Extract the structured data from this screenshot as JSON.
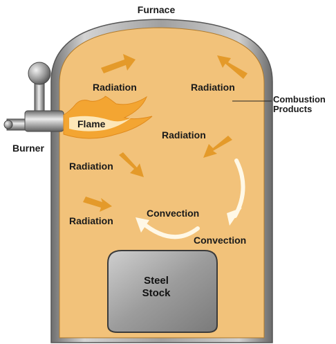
{
  "title": "Furnace",
  "labels": {
    "burner": "Burner",
    "flame": "Flame",
    "radiation_top_left": "Radiation",
    "radiation_top_right": "Radiation",
    "radiation_middle": "Radiation",
    "radiation_left": "Radiation",
    "radiation_bottom_left": "Radiation",
    "convection_inner": "Convection",
    "convection_outer": "Convection",
    "combustion_line1": "Combustion",
    "combustion_line2": "Products",
    "steel_line1": "Steel",
    "steel_line2": "Stock"
  },
  "colors": {
    "furnace_interior": "#f2c27a",
    "furnace_shell": "#8e8e8e",
    "arrow": "#e49a2a",
    "flame": "#f3a532",
    "convection_arrow": "#fff8e6",
    "steel": "#a9a9a9"
  }
}
